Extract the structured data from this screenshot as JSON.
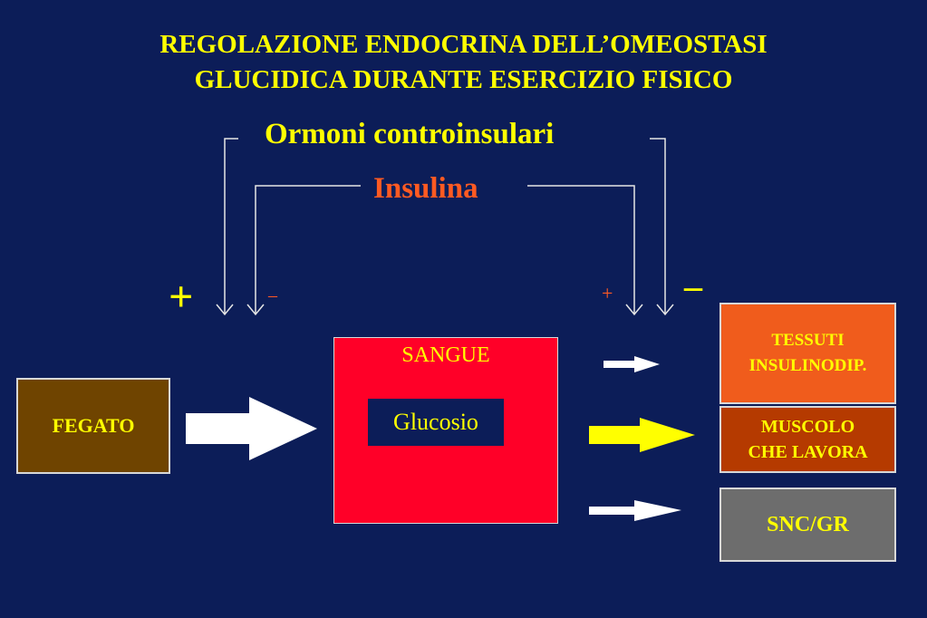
{
  "title": {
    "line1": "REGOLAZIONE ENDOCRINA DELL’OMEOSTASI",
    "line2": "GLUCIDICA DURANTE ESERCIZIO FISICO"
  },
  "hormones": {
    "counter_insular": "Ormoni controinsulari",
    "insulin": "Insulina"
  },
  "signs": {
    "liver_counter": "+",
    "liver_insulin": "–",
    "tissue_insulin": "+",
    "tissue_counter": "–"
  },
  "nodes": {
    "liver": "FEGATO",
    "blood_title": "SANGUE",
    "blood_content": "Glucosio",
    "tissues_line1": "TESSUTI",
    "tissues_line2": "INSULINODIP.",
    "muscle_line1": "MUSCOLO",
    "muscle_line2": "CHE LAVORA",
    "cns": "SNC/GR"
  },
  "colors": {
    "background": "#0c1d58",
    "title": "#ffff00",
    "insulin": "#ff5a22",
    "liver": "#6f4400",
    "blood": "#ff0028",
    "tissues": "#f05c1c",
    "muscle": "#b53a00",
    "cns": "#6d6d6d",
    "arrow_white": "#ffffff",
    "arrow_yellow": "#ffff00"
  }
}
